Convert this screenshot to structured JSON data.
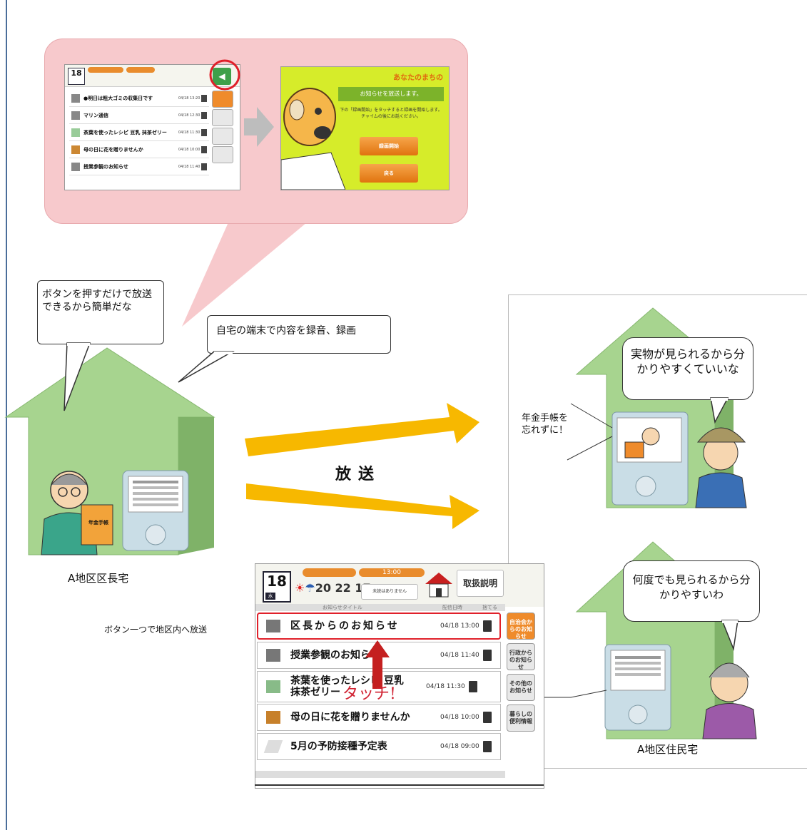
{
  "callout": {
    "mini_screen": {
      "date": "18",
      "items": [
        {
          "label": "●明日は粗大ゴミの収集日です",
          "date": "04/18 13:20"
        },
        {
          "label": "マリン通信",
          "date": "04/18 12:30"
        },
        {
          "label": "茶葉を使ったレシピ 豆乳 抹茶ゼリー",
          "date": "04/18 11:30"
        },
        {
          "label": "母の日に花を贈りませんか",
          "date": "04/18 10:00"
        },
        {
          "label": "授業参観のお知らせ",
          "date": "04/18 11:40"
        }
      ]
    },
    "record_screen": {
      "logo": "あなたのまちの",
      "title": "お知らせを放送します。",
      "note": "下の「録画開始」をタッチすると録画を開始します。チャイムの後にお話ください。",
      "start_button": "録画開始",
      "back_button": "戻る"
    }
  },
  "bubbles": {
    "chief_thought": "ボタンを押すだけで放送できるから簡単だな",
    "record_note": "自宅の端末で内容を録音、録画",
    "resident1": "実物が見られるから分かりやすくていいな",
    "resident2": "何度でも見られるから分かりやすいわ"
  },
  "labels": {
    "broadcast": "放送",
    "chief_house": "A地区区長宅",
    "resident_house": "A地区住民宅",
    "one_button": "ボタン一つで地区内へ放送",
    "pension_reminder": "年金手帳を忘れずに！",
    "touch": "タッチ!",
    "pension_book": "年金手帳"
  },
  "main_screen": {
    "date": "18",
    "weekday": "水",
    "pill_a": "",
    "time": "13:00",
    "temps": "20 22 17",
    "message": "未読はありません",
    "manual_button": "取扱説明",
    "col_title": "お知らせタイトル",
    "col_date": "配信日時",
    "col_delete": "捨てる",
    "items": [
      {
        "label": "区長からのお知らせ",
        "date": "04/18 13:00",
        "icon": "building-icon"
      },
      {
        "label": "授業参観のお知らせ",
        "date": "04/18 11:40",
        "icon": "school-icon"
      },
      {
        "label": "茶葉を使ったレシピ 豆乳 抹茶ゼリー",
        "date": "04/18 11:30",
        "icon": "recipe-icon"
      },
      {
        "label": "母の日に花を贈りませんか",
        "date": "04/18 10:00",
        "icon": "shop-icon"
      },
      {
        "label": "5月の予防接種予定表",
        "date": "04/18 09:00",
        "icon": "syringe-icon"
      }
    ],
    "side_buttons": [
      "自治会からのお知らせ",
      "行政からのお知らせ",
      "その他のお知らせ",
      "暮らしの便利情報"
    ]
  },
  "colors": {
    "house": "#9fcf8b",
    "arrow": "#f7b800",
    "callout": "#f7c9cc",
    "highlight": "#e0202a"
  }
}
